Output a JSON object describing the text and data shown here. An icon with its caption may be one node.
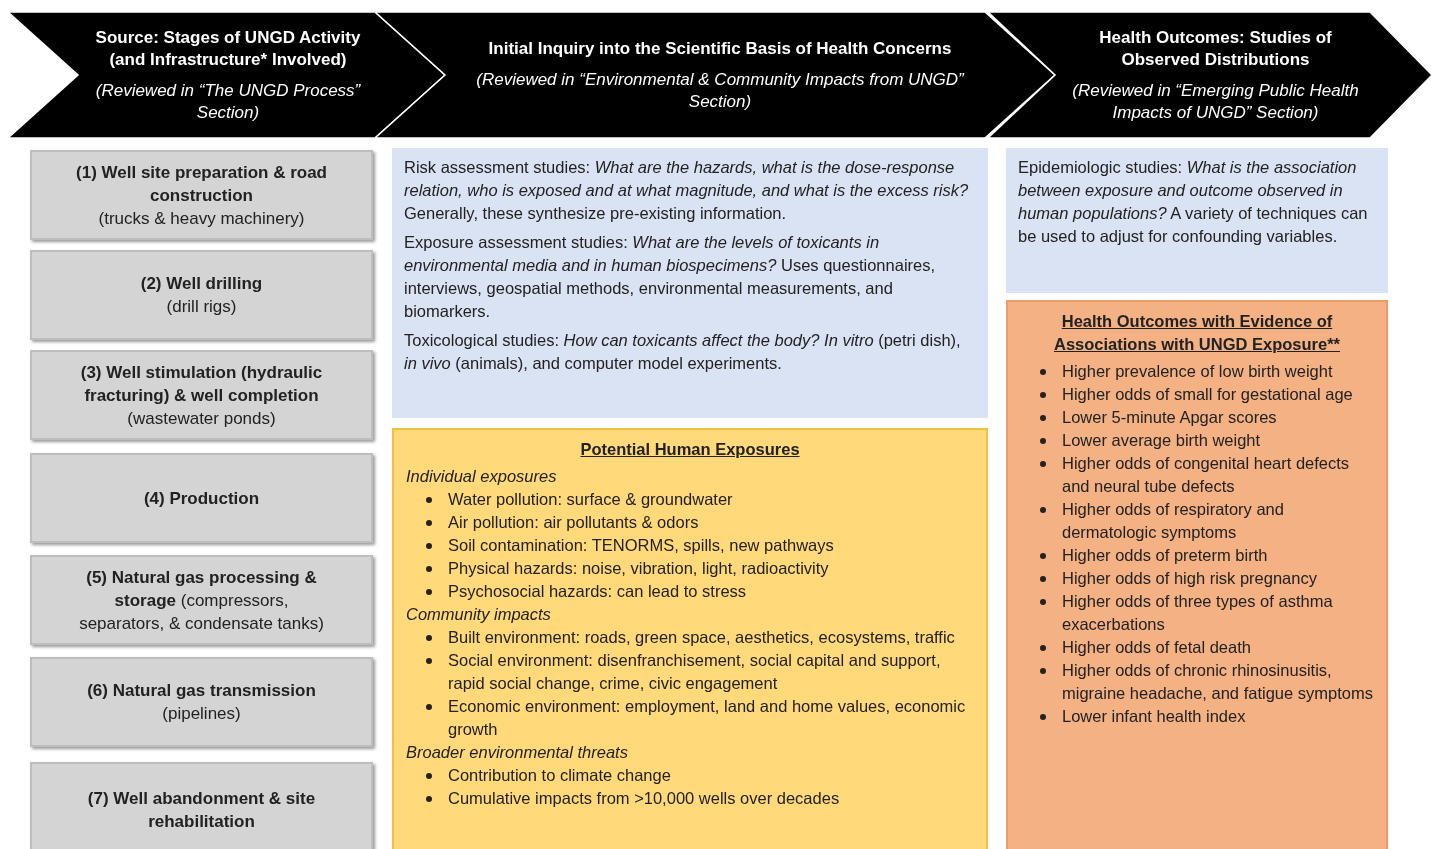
{
  "diagram": {
    "nodes": [
      {
        "text": [
          "Source: Stages of UNGD Activity (and Infrastructure* Involved)",
          "(Reviewed in “The UNGD Process” Section)"
        ]
      },
      {
        "text": [
          "Initial Inquiry into the Scientific Basis of Health Concerns",
          "(Reviewed in “Environmental & Community Impacts from UNGD” Section)"
        ]
      },
      {
        "text": [
          "Health Outcomes: Studies of Observed Distributions",
          "(Reviewed in “Emerging Public Health Impacts of UNGD” Section)"
        ]
      },
      {
        "text": [
          "(1) Well site preparation & road construction",
          "(trucks & heavy machinery)"
        ]
      },
      {
        "text": [
          "(2) Well drilling",
          "(drill rigs)"
        ]
      },
      {
        "text": [
          "(3) Well stimulation (hydraulic fracturing) & well completion",
          "(wastewater ponds)"
        ]
      },
      {
        "text": [
          "(4) Production"
        ]
      },
      {
        "text": [
          "(5) Natural gas processing & storage",
          "(compressors, separators, & condensate tanks)"
        ]
      },
      {
        "text": [
          "(6) Natural gas transmission",
          "(pipelines)"
        ]
      },
      {
        "text": [
          "(7) Well abandonment & site rehabilitation"
        ]
      },
      {
        "text": [
          "Risk assessment studies: *What are the hazards, what is the dose-response relation, who is exposed and at what magnitude, and what is the excess risk?* Generally, these synthesize pre-existing information.",
          "Exposure assessment studies: *What are the levels of toxicants in environmental media and in human biospecimens?* Uses questionnaires, interviews, geospatial methods, environmental measurements, and biomarkers.",
          "Toxicological studies: *How can toxicants affect the body? In vitro* (petri dish), *in vivo* (animals), and computer model experiments."
        ]
      },
      {
        "text": [
          "Potential Human Exposures",
          "Individual exposures",
          "Water pollution: surface & groundwater",
          "Air pollution: air pollutants & odors",
          "Soil contamination: TENORMS, spills, new pathways",
          "Physical hazards: noise, vibration, light, radioactivity",
          "Psychosocial hazards: can lead to stress",
          "Community impacts",
          "Built environment: roads, green space, aesthetics, ecosystems, traffic",
          "Social environment: disenfranchisement, social capital and support, rapid social change, crime, civic engagement",
          "Economic environment: employment, land and home values, economic growth",
          "Broader environmental threats",
          "Contribution to climate change",
          "Cumulative impacts from >10,000 wells over decades"
        ]
      },
      {
        "text": [
          "Epidemiologic studies: *What is the association between exposure and outcome observed in human populations?* A variety of techniques can be used to adjust for confounding variables."
        ]
      },
      {
        "text": [
          "Health Outcomes with Evidence of Associations with UNGD Exposure**",
          "Higher prevalence of low birth weight",
          "Higher odds of small for gestational age",
          "Lower 5-minute Apgar scores",
          "Lower average birth weight",
          "Higher odds of congenital heart defects and neural tube defects",
          "Higher odds of respiratory and dermatologic symptoms",
          "Higher odds of preterm birth",
          "Higher odds of high risk pregnancy",
          "Higher odds of three types of asthma exacerbations",
          "Higher odds of fetal death",
          "Higher odds of chronic rhinosinusitis, migraine headache, and fatigue symptoms",
          "Lower infant health index"
        ]
      }
    ],
    "edges": []
  }
}
